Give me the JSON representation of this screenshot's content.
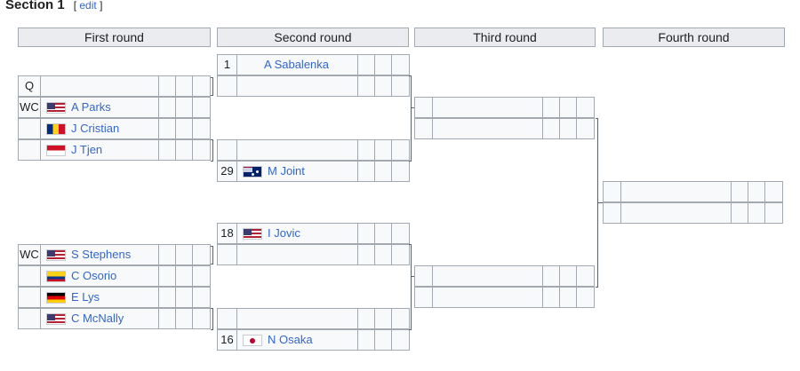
{
  "section": {
    "title": "Section 1",
    "edit_open": "[",
    "edit_label": "edit",
    "edit_close": "]"
  },
  "rounds": [
    "First round",
    "Second round",
    "Third round",
    "Fourth round"
  ],
  "first_round": [
    {
      "seed": "Q",
      "flag": "",
      "name": ""
    },
    {
      "seed": "WC",
      "flag": "us",
      "name": "A Parks"
    },
    {
      "seed": "",
      "flag": "ro",
      "name": "J Cristian"
    },
    {
      "seed": "",
      "flag": "id",
      "name": "J Tjen"
    },
    {
      "seed": "WC",
      "flag": "us",
      "name": "S Stephens"
    },
    {
      "seed": "",
      "flag": "co",
      "name": "C Osorio"
    },
    {
      "seed": "",
      "flag": "de",
      "name": "E Lys"
    },
    {
      "seed": "",
      "flag": "us",
      "name": "C McNally"
    }
  ],
  "second_round": [
    {
      "seed": "1",
      "flag": "",
      "name": "A Sabalenka"
    },
    {
      "seed": "",
      "flag": "",
      "name": ""
    },
    {
      "seed": "",
      "flag": "",
      "name": ""
    },
    {
      "seed": "29",
      "flag": "au",
      "name": "M Joint"
    },
    {
      "seed": "18",
      "flag": "us",
      "name": "I Jovic"
    },
    {
      "seed": "",
      "flag": "",
      "name": ""
    },
    {
      "seed": "",
      "flag": "",
      "name": ""
    },
    {
      "seed": "16",
      "flag": "jp",
      "name": "N Osaka"
    }
  ],
  "third_round": [
    {
      "seed": "",
      "name": ""
    },
    {
      "seed": "",
      "name": ""
    },
    {
      "seed": "",
      "name": ""
    },
    {
      "seed": "",
      "name": ""
    }
  ],
  "fourth_round": [
    {
      "seed": "",
      "name": ""
    },
    {
      "seed": "",
      "name": ""
    }
  ]
}
